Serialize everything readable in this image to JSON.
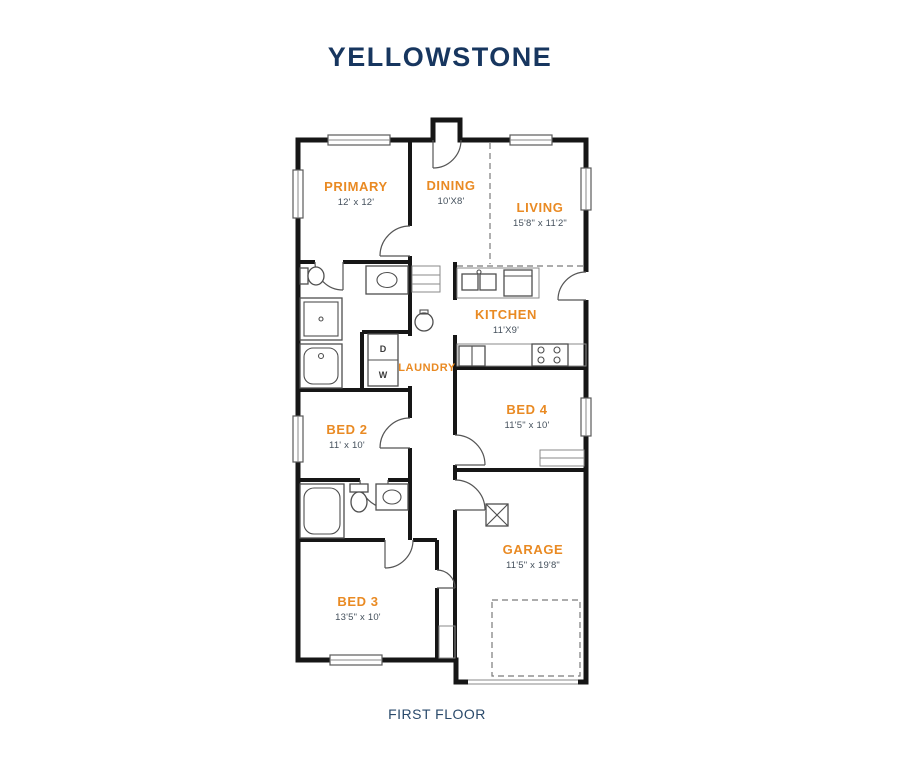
{
  "page": {
    "title": "YELLOWSTONE",
    "caption": "FIRST FLOOR"
  },
  "colors": {
    "title": "#17365f",
    "caption": "#2a4a6b",
    "room_label": "#e98a23",
    "dims": "#44505c",
    "walls": "#161616"
  },
  "rooms": {
    "primary": {
      "name": "PRIMARY",
      "dims": "12' x 12'"
    },
    "dining": {
      "name": "DINING",
      "dims": "10'X8'"
    },
    "living": {
      "name": "LIVING",
      "dims": "15'8\" x 11'2\""
    },
    "kitchen": {
      "name": "KITCHEN",
      "dims": "11'X9'"
    },
    "laundry": {
      "name": "LAUNDRY"
    },
    "bed2": {
      "name": "BED 2",
      "dims": "11' x 10'"
    },
    "bed4": {
      "name": "BED 4",
      "dims": "11'5\" x 10'"
    },
    "bed3": {
      "name": "BED 3",
      "dims": "13'5\" x 10'"
    },
    "garage": {
      "name": "GARAGE",
      "dims": "11'5\" x 19'8\""
    }
  },
  "fixtures": {
    "dryer_label": "D",
    "washer_label": "W"
  }
}
